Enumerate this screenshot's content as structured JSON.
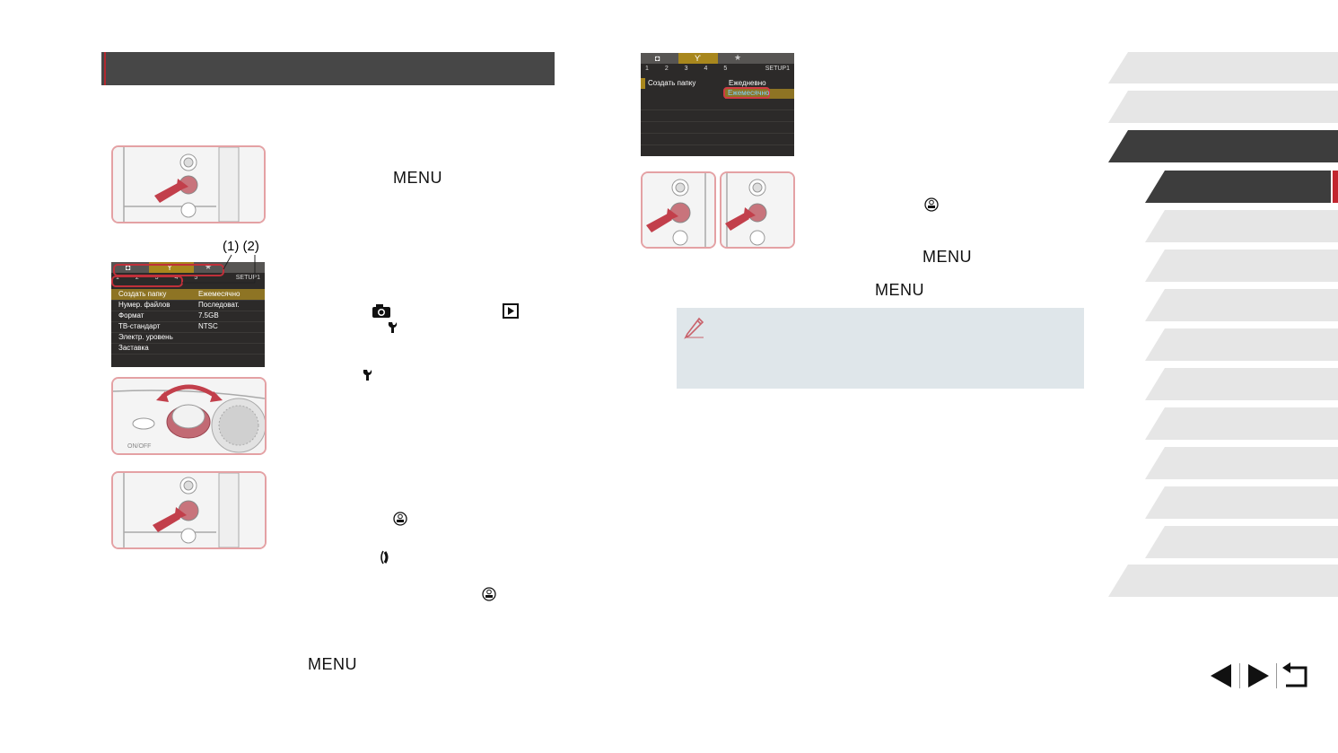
{
  "left_column": {
    "menu_key_1": "MENU",
    "callouts": "(1) (2)",
    "menu_key_2": "MENU"
  },
  "screen_setup_large": {
    "tab_numbers": "1 2 3 4 5",
    "setup_label": "SETUP1",
    "rows": [
      {
        "label": "Создать папку",
        "value": "Ежемесячно"
      },
      {
        "label": "Нумер. файлов",
        "value": "Последоват."
      },
      {
        "label": "Формат",
        "value": "7.5GB"
      },
      {
        "label": "ТВ-стандарт",
        "value": "NTSC"
      },
      {
        "label": "Электр. уровень",
        "value": ""
      },
      {
        "label": "Заставка",
        "value": ""
      }
    ]
  },
  "screen_setup_small": {
    "tab_numbers": "1 2 3 4 5",
    "setup_label": "SETUP1",
    "row_label": "Создать папку",
    "option_1": "Ежедневно",
    "option_2": "Ежемесячно"
  },
  "right_column": {
    "menu_key_1": "MENU",
    "menu_key_2": "MENU"
  },
  "icons": [
    "camera-icon",
    "play-icon",
    "wrench-icon",
    "star-icon",
    "func-set-icon",
    "control-ring-icon",
    "pencil-note-icon",
    "prev-page-icon",
    "next-page-icon",
    "return-icon"
  ],
  "colors": {
    "title_bar": "#474747",
    "accent_red": "#b2282f",
    "frame_pink": "#e4a1a4",
    "menu_highlight": "#a8871d",
    "note_bg": "#dfe6ea",
    "nav_dark": "#3d3d3d",
    "nav_light": "#e6e6e6"
  }
}
